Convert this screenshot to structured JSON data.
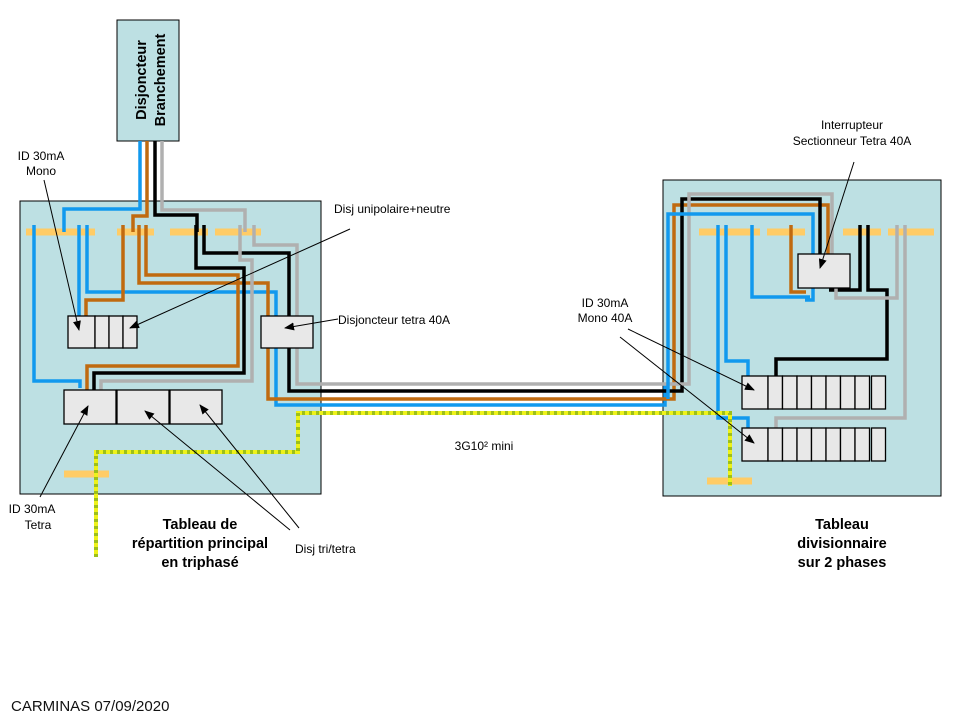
{
  "title": "Schéma tableau de répartition principal triphasé et tableau divisionnaire",
  "colors": {
    "panel": "#bde0e3",
    "module": "#e8e8e8",
    "phase_L1": "#c06a10",
    "phase_L2": "#000000",
    "phase_L3": "#b0b0b0",
    "neutral": "#1199ee",
    "earth": "#eef21a",
    "busbar": "#ffcc66"
  },
  "main_breaker": {
    "line1": "Disjoncteur",
    "line2": "Branchement"
  },
  "main_panel": {
    "title_line1": "Tableau de",
    "title_line2": "répartition principal",
    "title_line3": "en triphasé"
  },
  "sub_panel": {
    "title_line1": "Tableau",
    "title_line2": "divisionnaire",
    "title_line3": "sur 2 phases"
  },
  "labels": {
    "id_mono_line1": "ID 30mA",
    "id_mono_line2": "Mono",
    "disj_unipolaire": "Disj unipolaire+neutre",
    "disj_tetra": "Disjoncteur tetra 40A",
    "id_tetra_line1": "ID 30mA",
    "id_tetra_line2": "Tetra",
    "disj_tri_tetra": "Disj tri/tetra",
    "cable": "3G10² mini",
    "interrupteur_line1": "Interrupteur",
    "interrupteur_line2": "Sectionneur Tetra 40A",
    "id_mono40_line1": "ID 30mA",
    "id_mono40_line2": "Mono 40A"
  },
  "sub_panel_rows": [
    {
      "modules": 9
    },
    {
      "modules": 9
    }
  ],
  "credit": "CARMINAS 07/09/2020"
}
